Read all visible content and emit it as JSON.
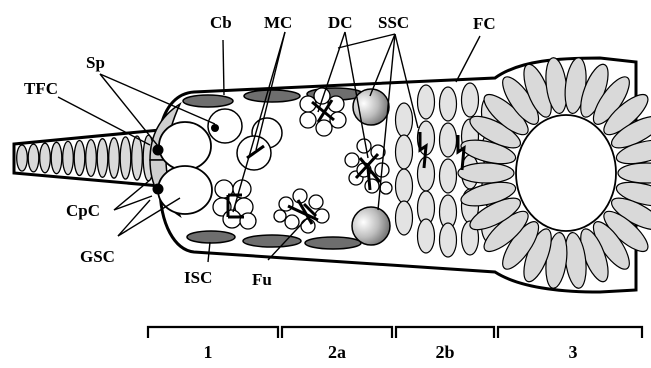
{
  "diagram": {
    "labels": {
      "tfc": "TFC",
      "sp": "Sp",
      "cb": "Cb",
      "mc": "MC",
      "dc": "DC",
      "ssc": "SSC",
      "fc": "FC",
      "cpc": "CpC",
      "gsc": "GSC",
      "isc": "ISC",
      "fu": "Fu"
    },
    "regions": [
      "1",
      "2a",
      "2b",
      "3"
    ]
  },
  "colors": {
    "outline": "#000000",
    "cell_fill": "#d9d9d9",
    "escort_fill": "#6e6e6e",
    "background": "#ffffff"
  }
}
